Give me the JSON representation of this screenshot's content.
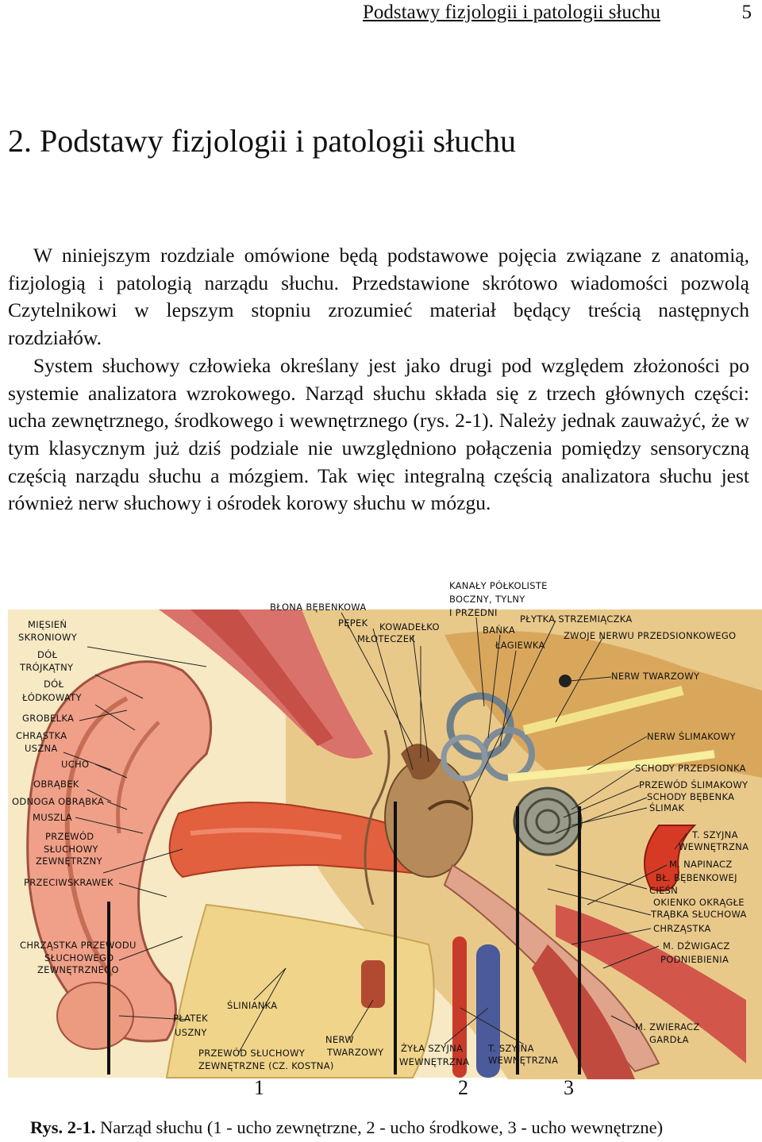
{
  "header": {
    "running_title": "Podstawy fizjologii i patologii słuchu",
    "page_number": "5"
  },
  "chapter_title": "2. Podstawy fizjologii i patologii słuchu",
  "paragraphs": [
    "W niniejszym rozdziale omówione będą podstawowe pojęcia związane z anatomią, fizjologią i patologią narządu słuchu. Przedstawione skrótowo wiadomości pozwolą Czytelnikowi w lepszym stopniu zrozumieć materiał będący treścią następnych rozdziałów.",
    "System słuchowy człowieka określany jest jako drugi pod względem złożoności po systemie analizatora wzrokowego. Narząd słuchu składa się z trzech głównych części: ucha zewnętrznego, środkowego i wewnętrznego (rys. 2-1). Należy jednak zauważyć, że w tym klasycznym już dziś podziale nie uwzględniono połączenia pomiędzy sensoryczną częścią narządu słuchu a mózgiem. Tak więc integralną częścią analizatora słuchu jest również nerw słuchowy i ośrodek korowy słuchu w mózgu."
  ],
  "figure": {
    "labels_left": [
      "MIĘSIEŃ",
      "SKRONIOWY",
      "DÓŁ",
      "TRÓJKĄTNY",
      "DÓŁ",
      "ŁÓDKOWATY",
      "GROBELKA",
      "CHRĄSTKA",
      "USZNA",
      "UCHO",
      "OBRĄBEK",
      "ODNOGA OBRĄBKA",
      "MUSZLA",
      "PRZEWÓD",
      "SŁUCHOWY",
      "ZEWNĘTRZNY",
      "PRZECIWSKRAWEK",
      "CHRZĄSTKA PRZEWODU",
      "SŁUCHOWEGO",
      "ZEWNĘTRZNEGO"
    ],
    "labels_top": [
      "BŁONA BĘBENKOWA",
      "PĘPEK",
      "KOWADEŁKO",
      "MŁOTECZEK",
      "KANAŁY PÓŁKOLISTE",
      "BOCZNY, TYLNY",
      "I PRZEDNI",
      "BAŃKA",
      "ŁAGIEWKA",
      "PŁYTKA STRZEMIĄCZKA",
      "ZWOJE NERWU PRZEDSIONKOWEGO"
    ],
    "labels_right": [
      "NERW TWARZOWY",
      "NERW ŚLIMAKOWY",
      "SCHODY PRZEDSIONKA",
      "PRZEWÓD ŚLIMAKOWY",
      "SCHODY BĘBENKA",
      "ŚLIMAK",
      "T. SZYJNA",
      "WEWNĘTRZNA",
      "M. NAPINACZ",
      "BŁ. BĘBENKOWEJ",
      "CIEŚŃ",
      "OKIENKO OKRĄGŁE",
      "TRĄBKA SŁUCHOWA",
      "CHRZĄSTKA",
      "M. DŹWIGACZ",
      "PODNIEBIENIA",
      "M. ZWIERACZ",
      "GARDŁA"
    ],
    "labels_bottom": [
      "ŚLINIANKA",
      "PŁATEK",
      "USZNY",
      "NERW",
      "TWARZOWY",
      "PRZEWÓD SŁUCHOWY",
      "ZEWNĘTRZNE (CZ. KOSTNA)",
      "ŻYŁA SZYJNA",
      "WEWNĘTRZNA",
      "T. SZYJNA",
      "WEWNĘTRZNA"
    ],
    "part_numbers": [
      "1",
      "2",
      "3"
    ]
  },
  "caption": {
    "label": "Rys. 2-1.",
    "text": "Narząd słuchu (1 - ucho zewnętrzne, 2 - ucho środkowe, 3 - ucho wewnętrzne)"
  }
}
